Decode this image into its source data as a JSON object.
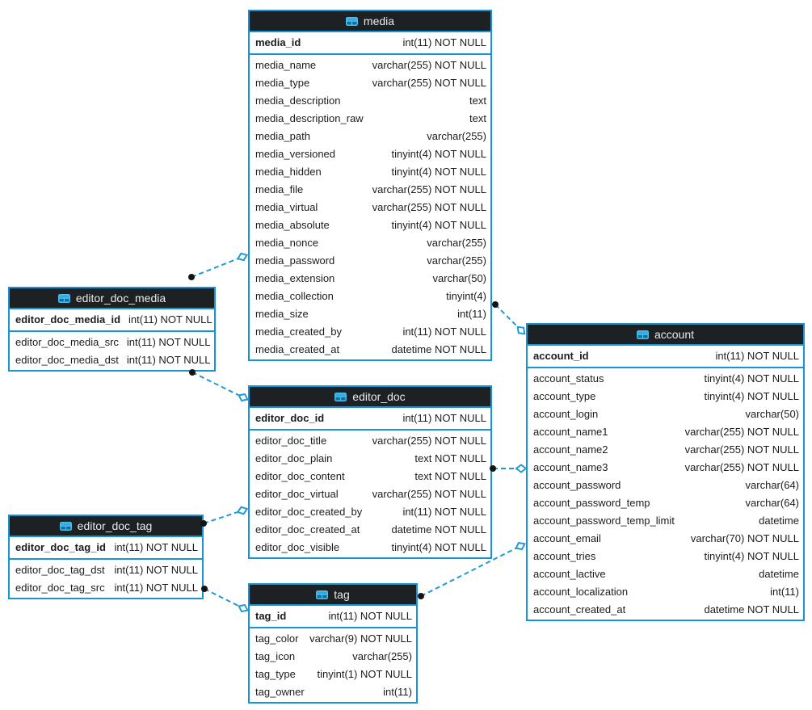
{
  "colors": {
    "table_border": "#1495d6",
    "header_bg": "#1e2124",
    "header_text": "#e9eaea",
    "row_text": "#1c1c1c",
    "relationship_line": "#1e9ad7",
    "relationship_dot": "#141414",
    "canvas_bg": "#ffffff"
  },
  "icons": {
    "table_header": "table-grid-icon"
  },
  "tables": [
    {
      "name": "media",
      "columns": [
        {
          "name": "media_id",
          "type": "int(11) NOT NULL",
          "pk": true
        },
        {
          "name": "media_name",
          "type": "varchar(255) NOT NULL"
        },
        {
          "name": "media_type",
          "type": "varchar(255) NOT NULL"
        },
        {
          "name": "media_description",
          "type": "text"
        },
        {
          "name": "media_description_raw",
          "type": "text"
        },
        {
          "name": "media_path",
          "type": "varchar(255)"
        },
        {
          "name": "media_versioned",
          "type": "tinyint(4) NOT NULL"
        },
        {
          "name": "media_hidden",
          "type": "tinyint(4) NOT NULL"
        },
        {
          "name": "media_file",
          "type": "varchar(255) NOT NULL"
        },
        {
          "name": "media_virtual",
          "type": "varchar(255) NOT NULL"
        },
        {
          "name": "media_absolute",
          "type": "tinyint(4) NOT NULL"
        },
        {
          "name": "media_nonce",
          "type": "varchar(255)"
        },
        {
          "name": "media_password",
          "type": "varchar(255)"
        },
        {
          "name": "media_extension",
          "type": "varchar(50)"
        },
        {
          "name": "media_collection",
          "type": "tinyint(4)"
        },
        {
          "name": "media_size",
          "type": "int(11)"
        },
        {
          "name": "media_created_by",
          "type": "int(11) NOT NULL"
        },
        {
          "name": "media_created_at",
          "type": "datetime NOT NULL"
        }
      ]
    },
    {
      "name": "editor_doc_media",
      "columns": [
        {
          "name": "editor_doc_media_id",
          "type": "int(11) NOT NULL",
          "pk": true
        },
        {
          "name": "editor_doc_media_src",
          "type": "int(11) NOT NULL"
        },
        {
          "name": "editor_doc_media_dst",
          "type": "int(11) NOT NULL"
        }
      ]
    },
    {
      "name": "editor_doc",
      "columns": [
        {
          "name": "editor_doc_id",
          "type": "int(11) NOT NULL",
          "pk": true
        },
        {
          "name": "editor_doc_title",
          "type": "varchar(255) NOT NULL"
        },
        {
          "name": "editor_doc_plain",
          "type": "text NOT NULL"
        },
        {
          "name": "editor_doc_content",
          "type": "text NOT NULL"
        },
        {
          "name": "editor_doc_virtual",
          "type": "varchar(255) NOT NULL"
        },
        {
          "name": "editor_doc_created_by",
          "type": "int(11) NOT NULL"
        },
        {
          "name": "editor_doc_created_at",
          "type": "datetime NOT NULL"
        },
        {
          "name": "editor_doc_visible",
          "type": "tinyint(4) NOT NULL"
        }
      ]
    },
    {
      "name": "editor_doc_tag",
      "columns": [
        {
          "name": "editor_doc_tag_id",
          "type": "int(11) NOT NULL",
          "pk": true
        },
        {
          "name": "editor_doc_tag_dst",
          "type": "int(11) NOT NULL"
        },
        {
          "name": "editor_doc_tag_src",
          "type": "int(11) NOT NULL"
        }
      ]
    },
    {
      "name": "tag",
      "columns": [
        {
          "name": "tag_id",
          "type": "int(11) NOT NULL",
          "pk": true
        },
        {
          "name": "tag_color",
          "type": "varchar(9) NOT NULL"
        },
        {
          "name": "tag_icon",
          "type": "varchar(255)"
        },
        {
          "name": "tag_type",
          "type": "tinyint(1) NOT NULL"
        },
        {
          "name": "tag_owner",
          "type": "int(11)"
        }
      ]
    },
    {
      "name": "account",
      "columns": [
        {
          "name": "account_id",
          "type": "int(11) NOT NULL",
          "pk": true
        },
        {
          "name": "account_status",
          "type": "tinyint(4) NOT NULL"
        },
        {
          "name": "account_type",
          "type": "tinyint(4) NOT NULL"
        },
        {
          "name": "account_login",
          "type": "varchar(50)"
        },
        {
          "name": "account_name1",
          "type": "varchar(255) NOT NULL"
        },
        {
          "name": "account_name2",
          "type": "varchar(255) NOT NULL"
        },
        {
          "name": "account_name3",
          "type": "varchar(255) NOT NULL"
        },
        {
          "name": "account_password",
          "type": "varchar(64)"
        },
        {
          "name": "account_password_temp",
          "type": "varchar(64)"
        },
        {
          "name": "account_password_temp_limit",
          "type": "datetime"
        },
        {
          "name": "account_email",
          "type": "varchar(70) NOT NULL"
        },
        {
          "name": "account_tries",
          "type": "tinyint(4) NOT NULL"
        },
        {
          "name": "account_lactive",
          "type": "datetime"
        },
        {
          "name": "account_localization",
          "type": "int(11)"
        },
        {
          "name": "account_created_at",
          "type": "datetime NOT NULL"
        }
      ]
    }
  ],
  "relationships": [
    {
      "from": "editor_doc_media",
      "to": "media"
    },
    {
      "from": "editor_doc_media",
      "to": "editor_doc"
    },
    {
      "from": "media",
      "to": "account"
    },
    {
      "from": "editor_doc",
      "to": "account"
    },
    {
      "from": "editor_doc_tag",
      "to": "editor_doc"
    },
    {
      "from": "editor_doc_tag",
      "to": "tag"
    },
    {
      "from": "tag",
      "to": "account"
    }
  ]
}
